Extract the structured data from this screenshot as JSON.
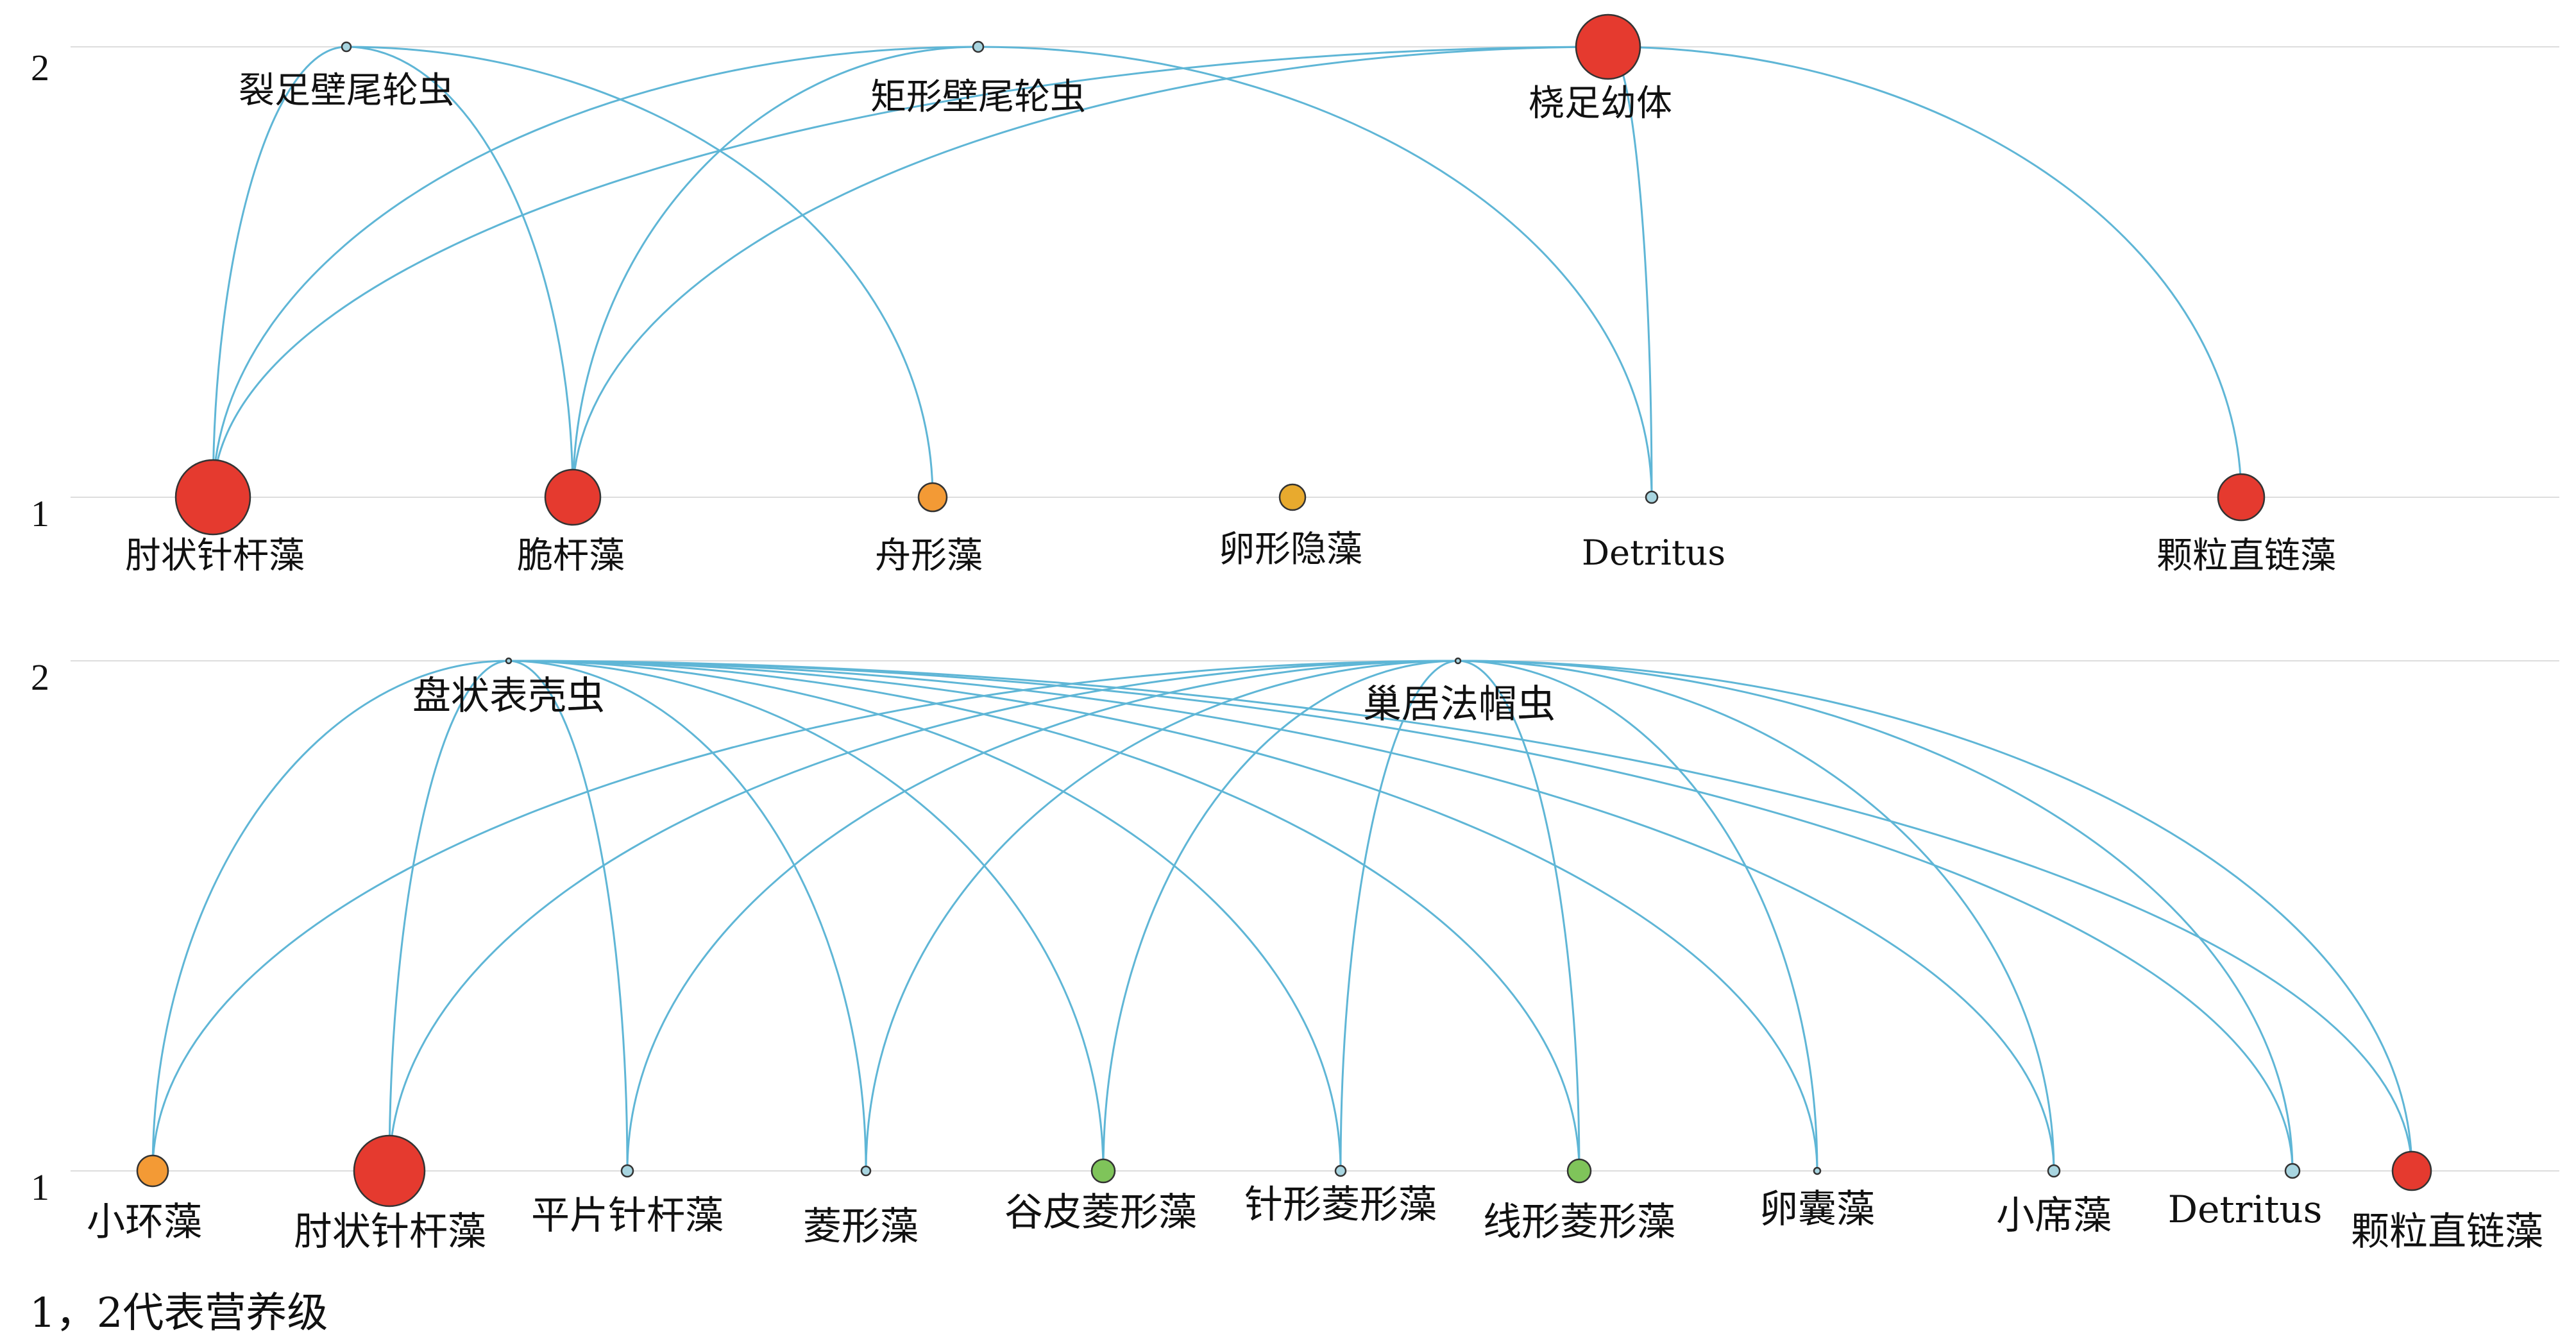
{
  "colors": {
    "edge": "#5fb6d6",
    "red": "#e53a2f",
    "orange": "#f39a35",
    "gold": "#e8aa2e",
    "green": "#7fc45a",
    "light-blue": "#a8d5e0",
    "grid": "#dddddd"
  },
  "panels": [
    {
      "id": "top",
      "level_labels": {
        "upper": "2",
        "lower": "1"
      },
      "nodes": [
        {
          "id": "liezu",
          "label": "裂足壁尾轮虫",
          "level": 2,
          "color": "light-blue"
        },
        {
          "id": "juxing",
          "label": "矩形壁尾轮虫",
          "level": 2,
          "color": "light-blue"
        },
        {
          "id": "naozu",
          "label": "桡足幼体",
          "level": 2,
          "color": "red"
        },
        {
          "id": "zhouzhuang",
          "label": "肘状针杆藻",
          "level": 1,
          "color": "red"
        },
        {
          "id": "cuigan",
          "label": "脆杆藻",
          "level": 1,
          "color": "red"
        },
        {
          "id": "zhouxing",
          "label": "舟形藻",
          "level": 1,
          "color": "orange"
        },
        {
          "id": "luanxing",
          "label": "卵形隐藻",
          "level": 1,
          "color": "gold"
        },
        {
          "id": "detritus",
          "label": "Detritus",
          "level": 1,
          "color": "light-blue"
        },
        {
          "id": "keli",
          "label": "颗粒直链藻",
          "level": 1,
          "color": "red"
        }
      ],
      "edges": [
        [
          "liezu",
          "zhouzhuang"
        ],
        [
          "liezu",
          "cuigan"
        ],
        [
          "liezu",
          "zhouxing"
        ],
        [
          "juxing",
          "zhouzhuang"
        ],
        [
          "juxing",
          "cuigan"
        ],
        [
          "juxing",
          "detritus"
        ],
        [
          "naozu",
          "zhouzhuang"
        ],
        [
          "naozu",
          "cuigan"
        ],
        [
          "naozu",
          "detritus"
        ],
        [
          "naozu",
          "keli"
        ]
      ]
    },
    {
      "id": "bottom",
      "level_labels": {
        "upper": "2",
        "lower": "1"
      },
      "nodes": [
        {
          "id": "panzhuang",
          "label": "盘状表壳虫",
          "level": 2,
          "color": "light-blue"
        },
        {
          "id": "chaoju",
          "label": "巢居法帽虫",
          "level": 2,
          "color": "light-blue"
        },
        {
          "id": "xiaohuan",
          "label": "小环藻",
          "level": 1,
          "color": "orange"
        },
        {
          "id": "zhouzhuang2",
          "label": "肘状针杆藻",
          "level": 1,
          "color": "red"
        },
        {
          "id": "pingpian",
          "label": "平片针杆藻",
          "level": 1,
          "color": "light-blue"
        },
        {
          "id": "lingxing",
          "label": "菱形藻",
          "level": 1,
          "color": "light-blue"
        },
        {
          "id": "gupi",
          "label": "谷皮菱形藻",
          "level": 1,
          "color": "green"
        },
        {
          "id": "zhenxing",
          "label": "针形菱形藻",
          "level": 1,
          "color": "light-blue"
        },
        {
          "id": "xianxing",
          "label": "线形菱形藻",
          "level": 1,
          "color": "green"
        },
        {
          "id": "luannang",
          "label": "卵囊藻",
          "level": 1,
          "color": "light-blue"
        },
        {
          "id": "xiaoxi",
          "label": "小席藻",
          "level": 1,
          "color": "light-blue"
        },
        {
          "id": "detritus2",
          "label": "Detritus",
          "level": 1,
          "color": "light-blue"
        },
        {
          "id": "keli2",
          "label": "颗粒直链藻",
          "level": 1,
          "color": "red"
        }
      ],
      "edges": [
        [
          "panzhuang",
          "xiaohuan"
        ],
        [
          "panzhuang",
          "zhouzhuang2"
        ],
        [
          "panzhuang",
          "pingpian"
        ],
        [
          "panzhuang",
          "lingxing"
        ],
        [
          "panzhuang",
          "gupi"
        ],
        [
          "panzhuang",
          "zhenxing"
        ],
        [
          "panzhuang",
          "xianxing"
        ],
        [
          "panzhuang",
          "luannang"
        ],
        [
          "panzhuang",
          "xiaoxi"
        ],
        [
          "panzhuang",
          "detritus2"
        ],
        [
          "panzhuang",
          "keli2"
        ],
        [
          "chaoju",
          "xiaohuan"
        ],
        [
          "chaoju",
          "zhouzhuang2"
        ],
        [
          "chaoju",
          "pingpian"
        ],
        [
          "chaoju",
          "lingxing"
        ],
        [
          "chaoju",
          "gupi"
        ],
        [
          "chaoju",
          "zhenxing"
        ],
        [
          "chaoju",
          "xianxing"
        ],
        [
          "chaoju",
          "luannang"
        ],
        [
          "chaoju",
          "xiaoxi"
        ],
        [
          "chaoju",
          "detritus2"
        ],
        [
          "chaoju",
          "keli2"
        ]
      ]
    }
  ],
  "caption": "1，2代表营养级"
}
